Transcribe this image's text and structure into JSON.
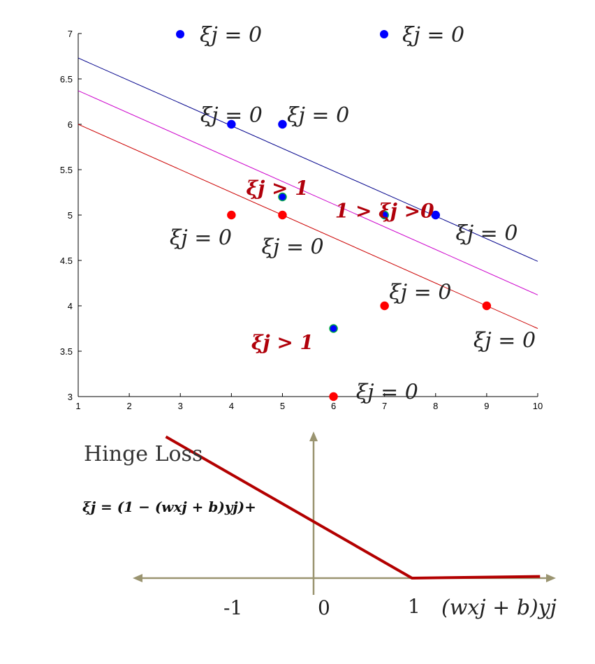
{
  "chart_data": [
    {
      "type": "scatter",
      "xlim": [
        1,
        10
      ],
      "ylim": [
        3,
        7
      ],
      "x_ticks": [
        "1",
        "2",
        "3",
        "4",
        "5",
        "6",
        "7",
        "8",
        "9",
        "10"
      ],
      "y_ticks": [
        "3",
        "3.5",
        "4",
        "4.5",
        "5",
        "5.5",
        "6",
        "6.5",
        "7"
      ],
      "grid": false,
      "points": [
        {
          "x": 4,
          "y": 6,
          "color": "#0000ff",
          "outline": "#0000ff"
        },
        {
          "x": 5,
          "y": 6,
          "color": "#0000ff",
          "outline": "#0000ff"
        },
        {
          "x": 5,
          "y": 5.2,
          "color": "#0000ff",
          "outline": "#00aa44"
        },
        {
          "x": 7,
          "y": 5,
          "color": "#0000ff",
          "outline": "#00aa44"
        },
        {
          "x": 8,
          "y": 5,
          "color": "#0000ff",
          "outline": "#0000ff"
        },
        {
          "x": 4,
          "y": 5,
          "color": "#ff0000",
          "outline": "#ff0000"
        },
        {
          "x": 5,
          "y": 5,
          "color": "#ff0000",
          "outline": "#ff0000"
        },
        {
          "x": 6,
          "y": 3.75,
          "color": "#0000ff",
          "outline": "#00aa44"
        },
        {
          "x": 7,
          "y": 4,
          "color": "#ff0000",
          "outline": "#ff0000"
        },
        {
          "x": 9,
          "y": 4,
          "color": "#ff0000",
          "outline": "#ff0000"
        },
        {
          "x": 6,
          "y": 3,
          "color": "#ff0000",
          "outline": "#ff0000"
        }
      ],
      "lines": [
        {
          "color": "#00008b",
          "x": [
            1,
            10
          ],
          "y": [
            6.73,
            4.49
          ]
        },
        {
          "color": "#cc00cc",
          "x": [
            1,
            10
          ],
          "y": [
            6.37,
            4.12
          ]
        },
        {
          "color": "#cc0000",
          "x": [
            1,
            10
          ],
          "y": [
            6.0,
            3.75
          ]
        }
      ],
      "legend_position": "top",
      "legend": [
        {
          "marker_color": "#0000ff",
          "label": "ξj = 0"
        },
        {
          "marker_color": "#0000ff",
          "label": "ξj = 0"
        }
      ],
      "annotations": [
        {
          "text": "ξj = 0",
          "x": 4,
          "y": 6.1,
          "style": "normal"
        },
        {
          "text": "ξj = 0",
          "x": 5.7,
          "y": 6.1,
          "style": "normal"
        },
        {
          "text": "ξj > 1",
          "x": 4.9,
          "y": 5.3,
          "style": "red"
        },
        {
          "text": "1 > ξj >0",
          "x": 7,
          "y": 5.05,
          "style": "red"
        },
        {
          "text": "ξj = 0",
          "x": 3.4,
          "y": 4.75,
          "style": "normal"
        },
        {
          "text": "ξj = 0",
          "x": 5.2,
          "y": 4.65,
          "style": "normal"
        },
        {
          "text": "ξj = 0",
          "x": 9,
          "y": 4.8,
          "style": "normal"
        },
        {
          "text": "ξj = 0",
          "x": 7.7,
          "y": 4.15,
          "style": "normal"
        },
        {
          "text": "ξj > 1",
          "x": 5,
          "y": 3.6,
          "style": "red"
        },
        {
          "text": "ξj = 0",
          "x": 9.35,
          "y": 3.62,
          "style": "normal"
        },
        {
          "text": "ξj = 0",
          "x": 7.05,
          "y": 3.05,
          "style": "normal"
        }
      ]
    },
    {
      "type": "line",
      "title": "Hinge Loss",
      "formula": "ξj = (1 − (wxj + b)yj)+",
      "x_labels": [
        "-1",
        "0",
        "1"
      ],
      "xlabel": "(wxj + b)yj",
      "series": [
        {
          "color": "#b30000",
          "x": [
            -1.5,
            1,
            2.3
          ],
          "y": [
            2.5,
            0,
            0.03
          ]
        }
      ]
    }
  ]
}
